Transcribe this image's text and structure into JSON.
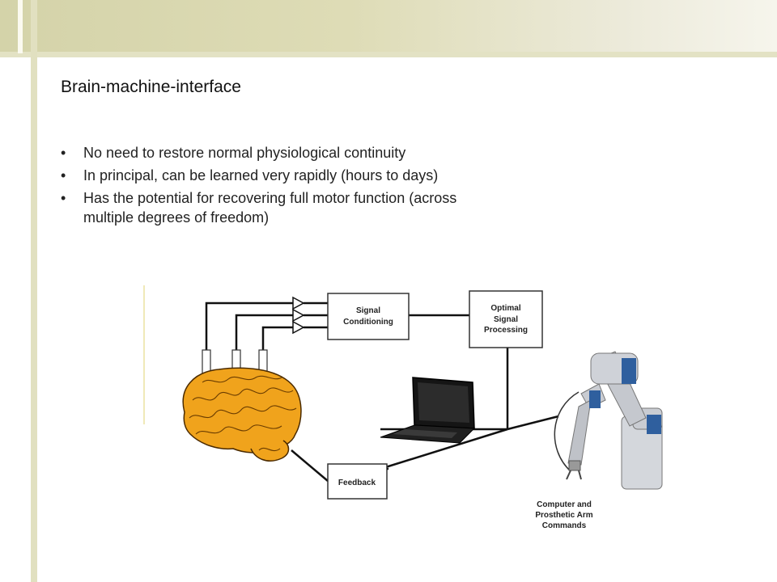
{
  "slide": {
    "title": "Brain-machine-interface",
    "bullets": [
      "No need to restore normal physiological continuity",
      "In principal, can be learned very rapidly (hours to days)",
      "Has the potential for recovering full motor function (across multiple degrees of freedom)"
    ]
  },
  "diagram": {
    "signal_conditioning": [
      "Signal",
      "Conditioning"
    ],
    "optimal_processing": [
      "Optimal",
      "Signal",
      "Processing"
    ],
    "feedback": "Feedback",
    "computer_commands": [
      "Computer and",
      "Prosthetic Arm",
      "Commands"
    ]
  },
  "colors": {
    "header_band": "#d9d8b0",
    "brain": "#f0a31c",
    "robot_accent": "#2f5f9e"
  }
}
